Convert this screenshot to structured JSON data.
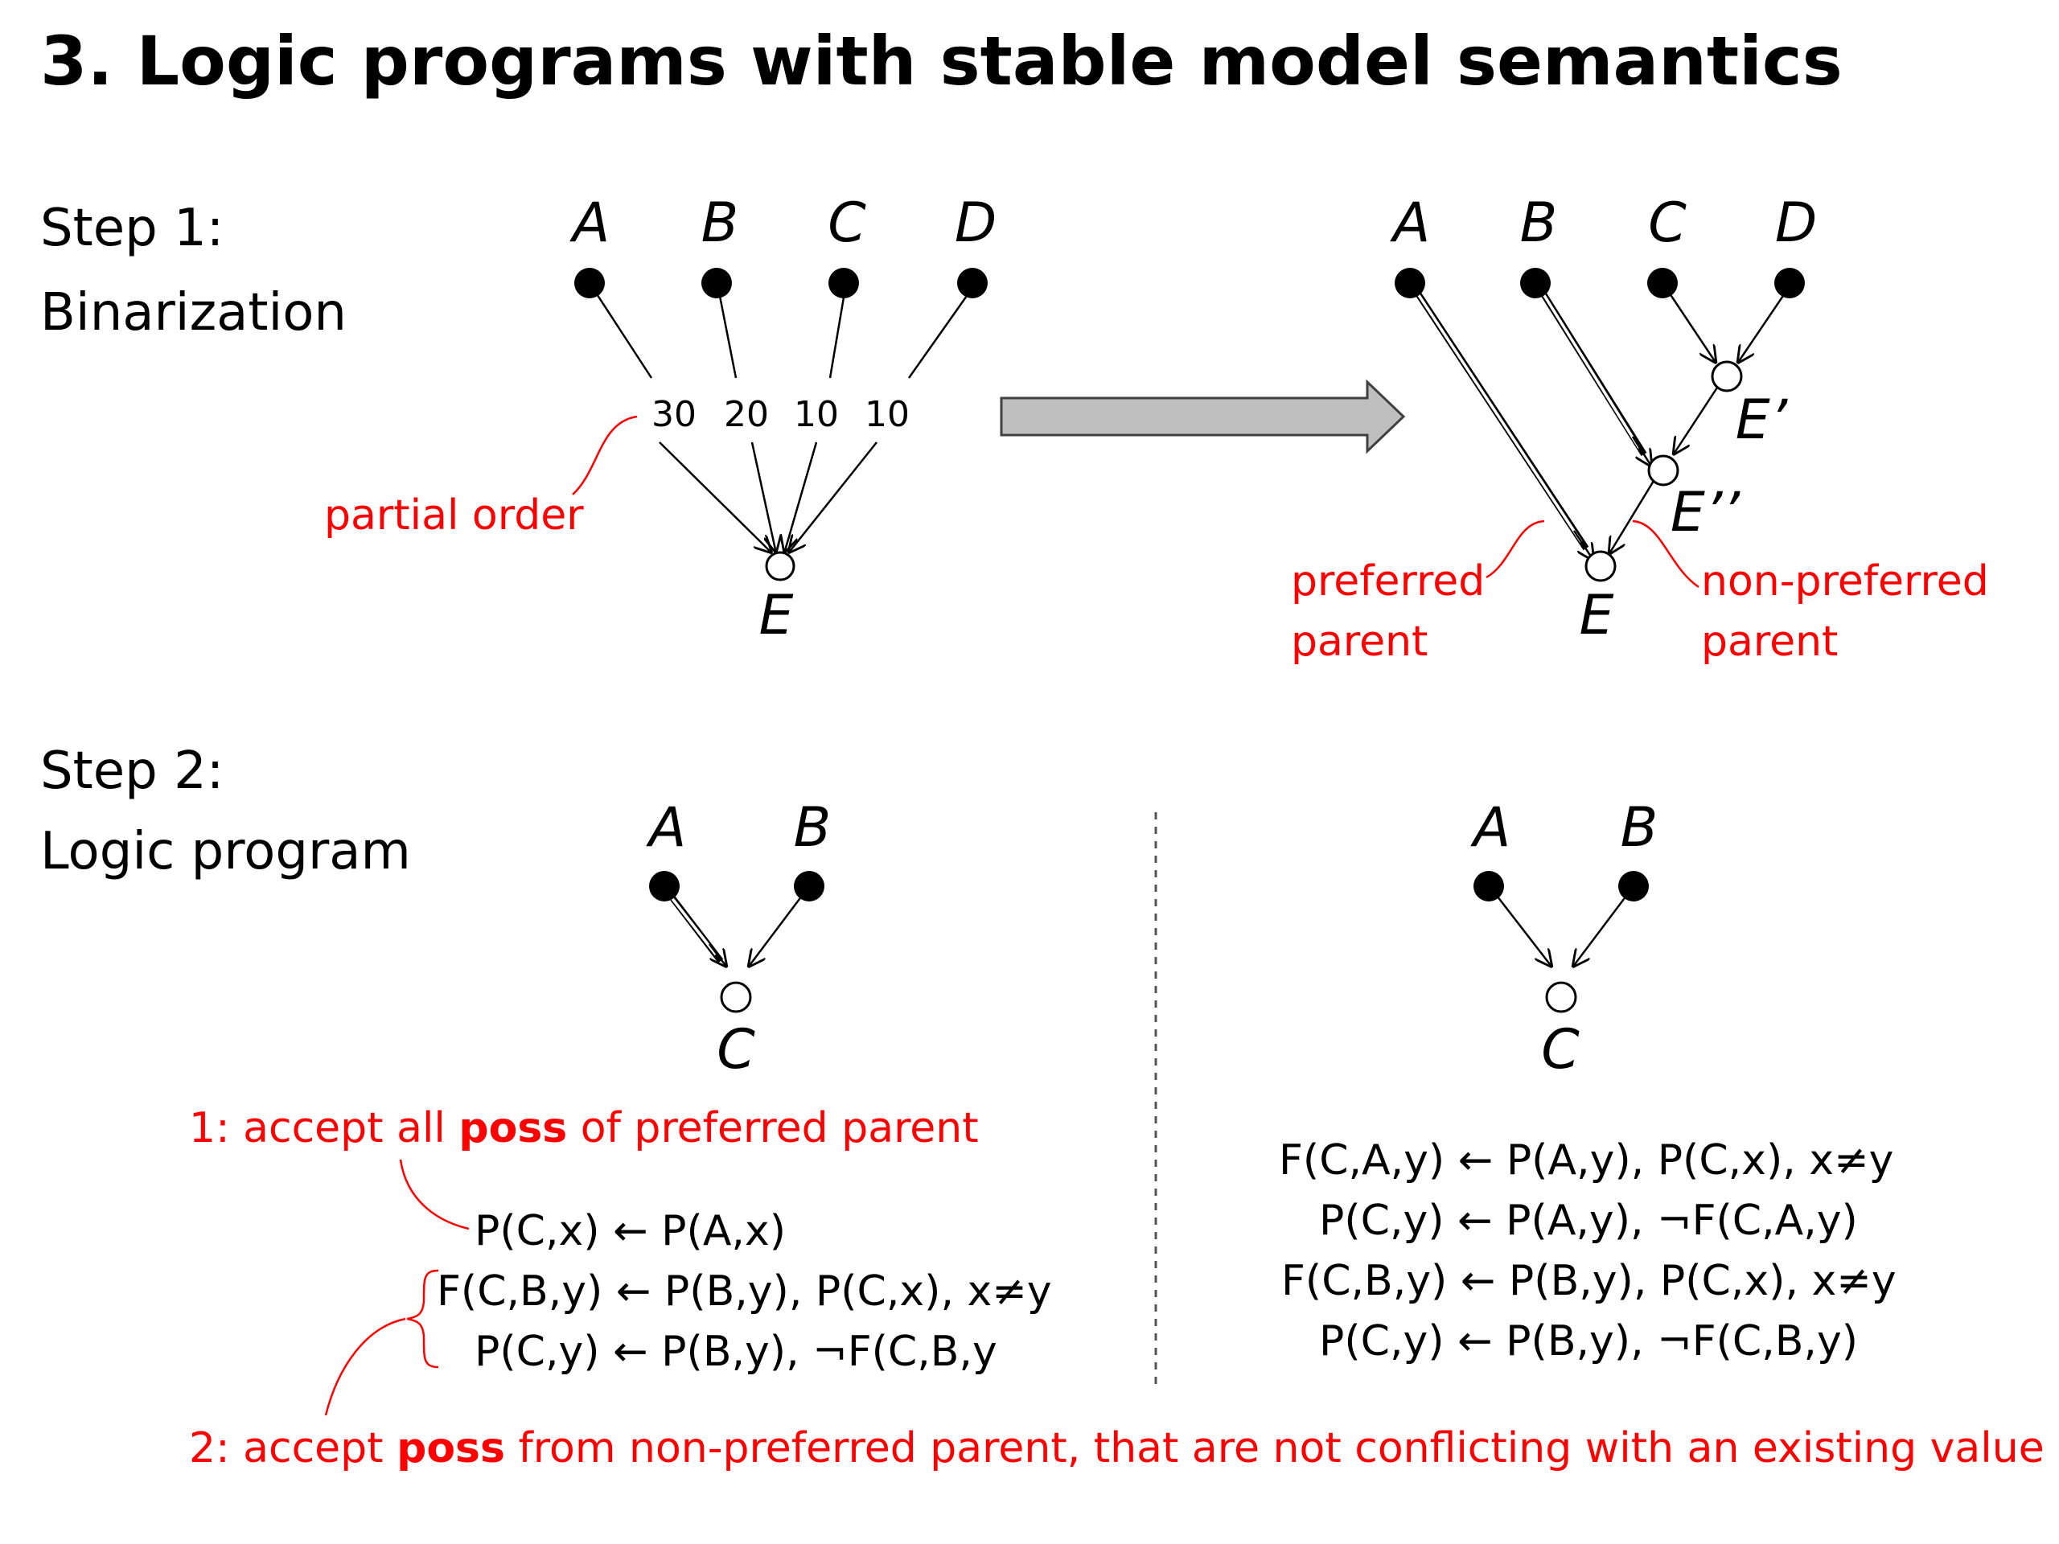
{
  "title": "3. Logic programs with stable model semantics",
  "step1": {
    "line1": "Step 1:",
    "line2": "Binarization",
    "left": {
      "nodes": [
        "A",
        "B",
        "C",
        "D"
      ],
      "target": "E",
      "weights": [
        "30",
        "20",
        "10",
        "10"
      ],
      "annotation": "partial order"
    },
    "right": {
      "nodes": [
        "A",
        "B",
        "C",
        "D"
      ],
      "intermediate1": "E’",
      "intermediate2": "E’’",
      "target": "E",
      "preferred_line1": "preferred",
      "preferred_line2": "parent",
      "nonpreferred_line1": "non-preferred",
      "nonpreferred_line2": "parent"
    }
  },
  "step2": {
    "line1": "Step 2:",
    "line2": "Logic program",
    "left": {
      "parents": [
        "A",
        "B"
      ],
      "child": "C",
      "note1_pre": "1: accept all ",
      "note1_bold": "poss",
      "note1_post": " of preferred parent",
      "rules": [
        "P(C,x) ← P(A,x)",
        "F(C,B,y) ← P(B,y), P(C,x), x≠y",
        "P(C,y) ← P(B,y), ¬F(C,B,y"
      ]
    },
    "right": {
      "parents": [
        "A",
        "B"
      ],
      "child": "C",
      "rules": [
        "F(C,A,y) ← P(A,y), P(C,x), x≠y",
        "P(C,y) ← P(A,y), ¬F(C,A,y)",
        "F(C,B,y) ← P(B,y), P(C,x), x≠y",
        "P(C,y) ← P(B,y), ¬F(C,B,y)"
      ]
    },
    "note2_pre": "2: accept ",
    "note2_bold": "poss",
    "note2_post": " from non-preferred parent, that are not conflicting with an existing value"
  },
  "colors": {
    "annotation": "#ff0000",
    "arrow_fill": "#bfbfbf"
  }
}
